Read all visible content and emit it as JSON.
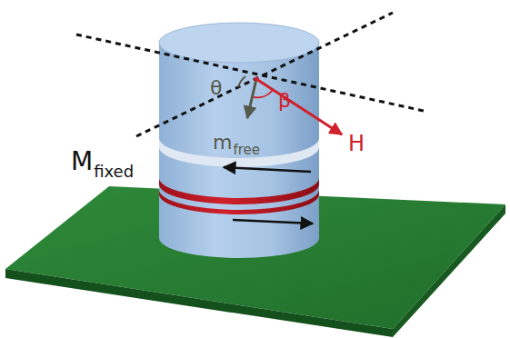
{
  "diagram": {
    "labels": [
      "θ",
      "β",
      "m",
      "free",
      "H",
      "M",
      "fixed"
    ]
  }
}
